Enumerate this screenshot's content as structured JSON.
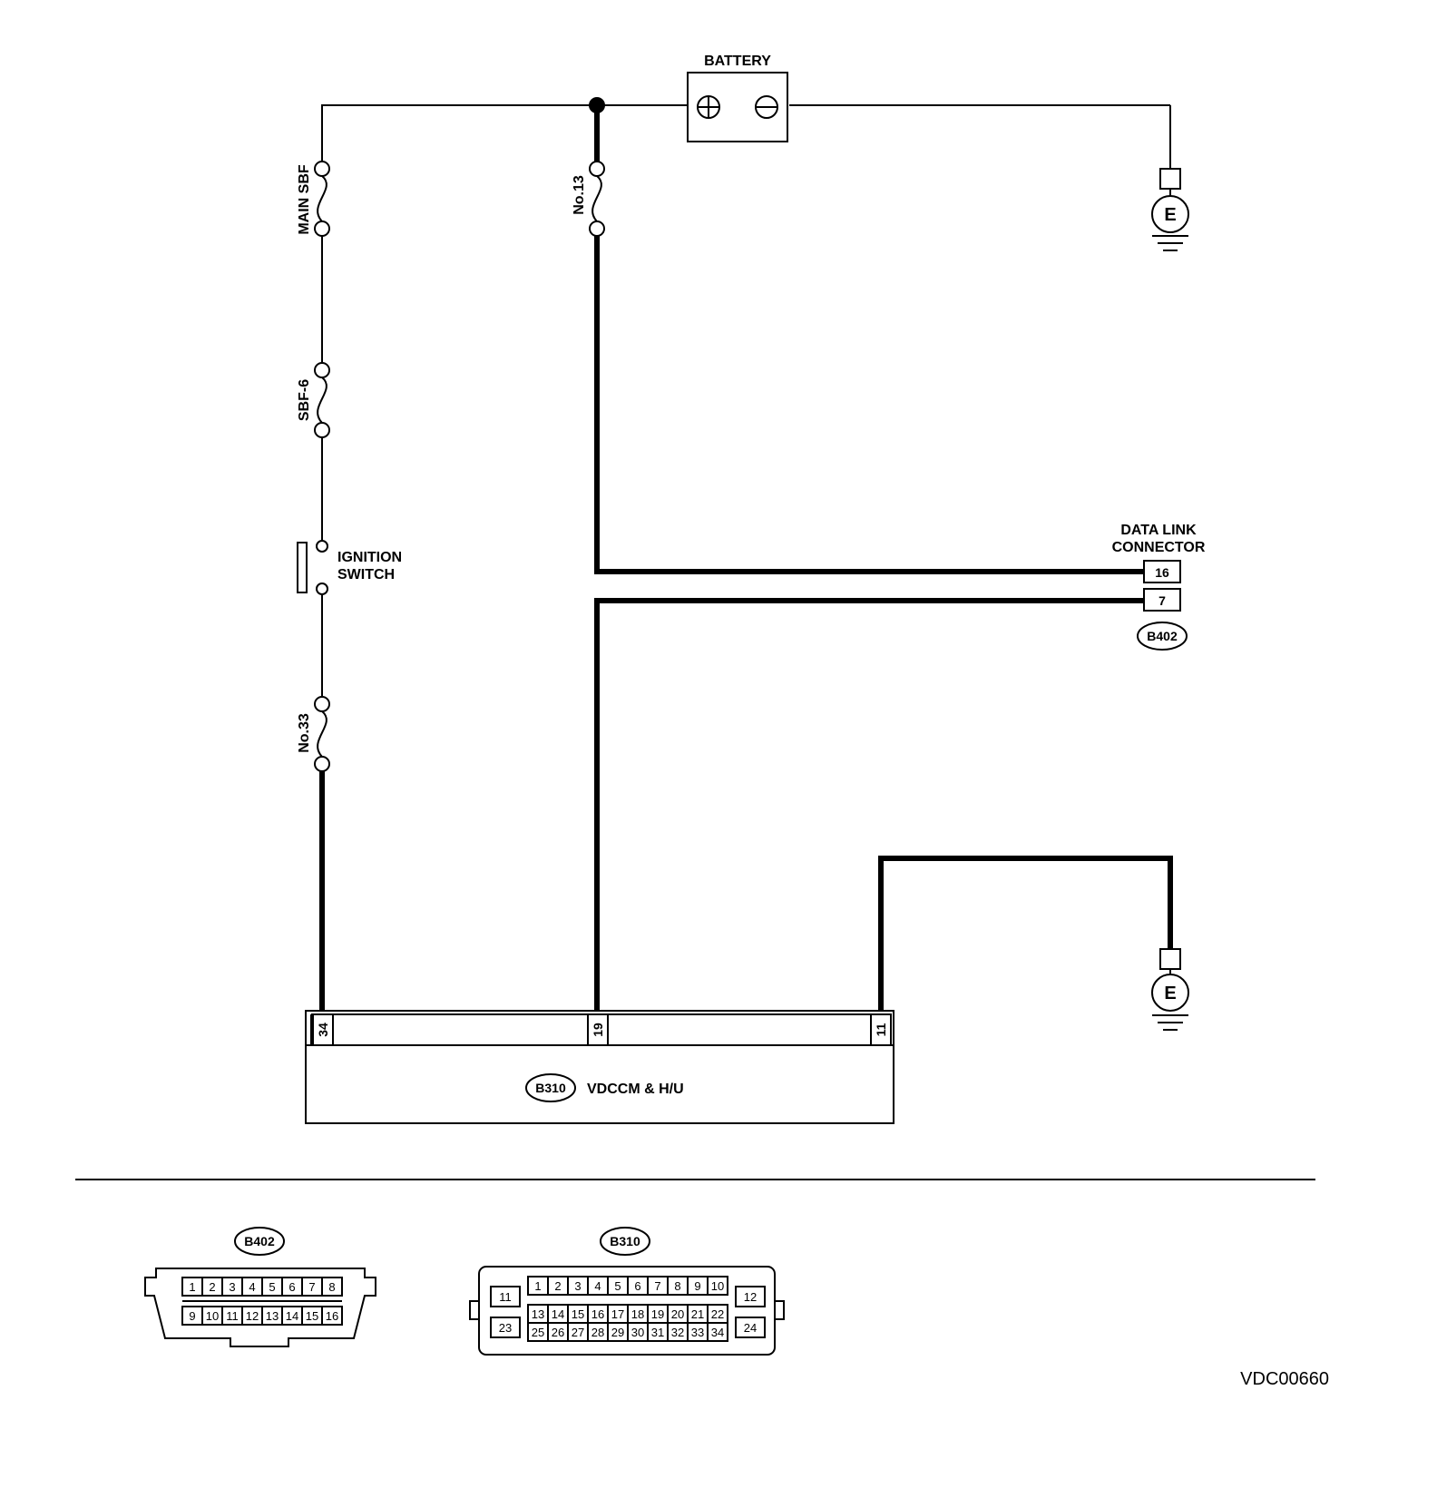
{
  "battery": {
    "label": "BATTERY",
    "plus": "⊕",
    "minus": "⊖"
  },
  "fuses": {
    "main_sbf": "MAIN SBF",
    "sbf6": "SBF-6",
    "no13": "No.13",
    "no33": "No.33"
  },
  "ignition_switch": {
    "line1": "IGNITION",
    "line2": "SWITCH"
  },
  "ground": {
    "symbol": "E"
  },
  "data_link_connector": {
    "line1": "DATA LINK",
    "line2": "CONNECTOR",
    "id": "B402",
    "pins": [
      "16",
      "7"
    ]
  },
  "module": {
    "id": "B310",
    "name": "VDCCM & H/U",
    "pins": [
      "34",
      "19",
      "11"
    ]
  },
  "connector_views": {
    "b402": {
      "id": "B402",
      "row1": [
        "1",
        "2",
        "3",
        "4",
        "5",
        "6",
        "7",
        "8"
      ],
      "row2": [
        "9",
        "10",
        "11",
        "12",
        "13",
        "14",
        "15",
        "16"
      ]
    },
    "b310": {
      "id": "B310",
      "row1": [
        "1",
        "2",
        "3",
        "4",
        "5",
        "6",
        "7",
        "8",
        "9",
        "10"
      ],
      "row2": [
        "13",
        "14",
        "15",
        "16",
        "17",
        "18",
        "19",
        "20",
        "21",
        "22"
      ],
      "row3": [
        "25",
        "26",
        "27",
        "28",
        "29",
        "30",
        "31",
        "32",
        "33",
        "34"
      ],
      "side_left": [
        "11",
        "23"
      ],
      "side_right": [
        "12",
        "24"
      ]
    }
  },
  "figure_code": "VDC00660"
}
